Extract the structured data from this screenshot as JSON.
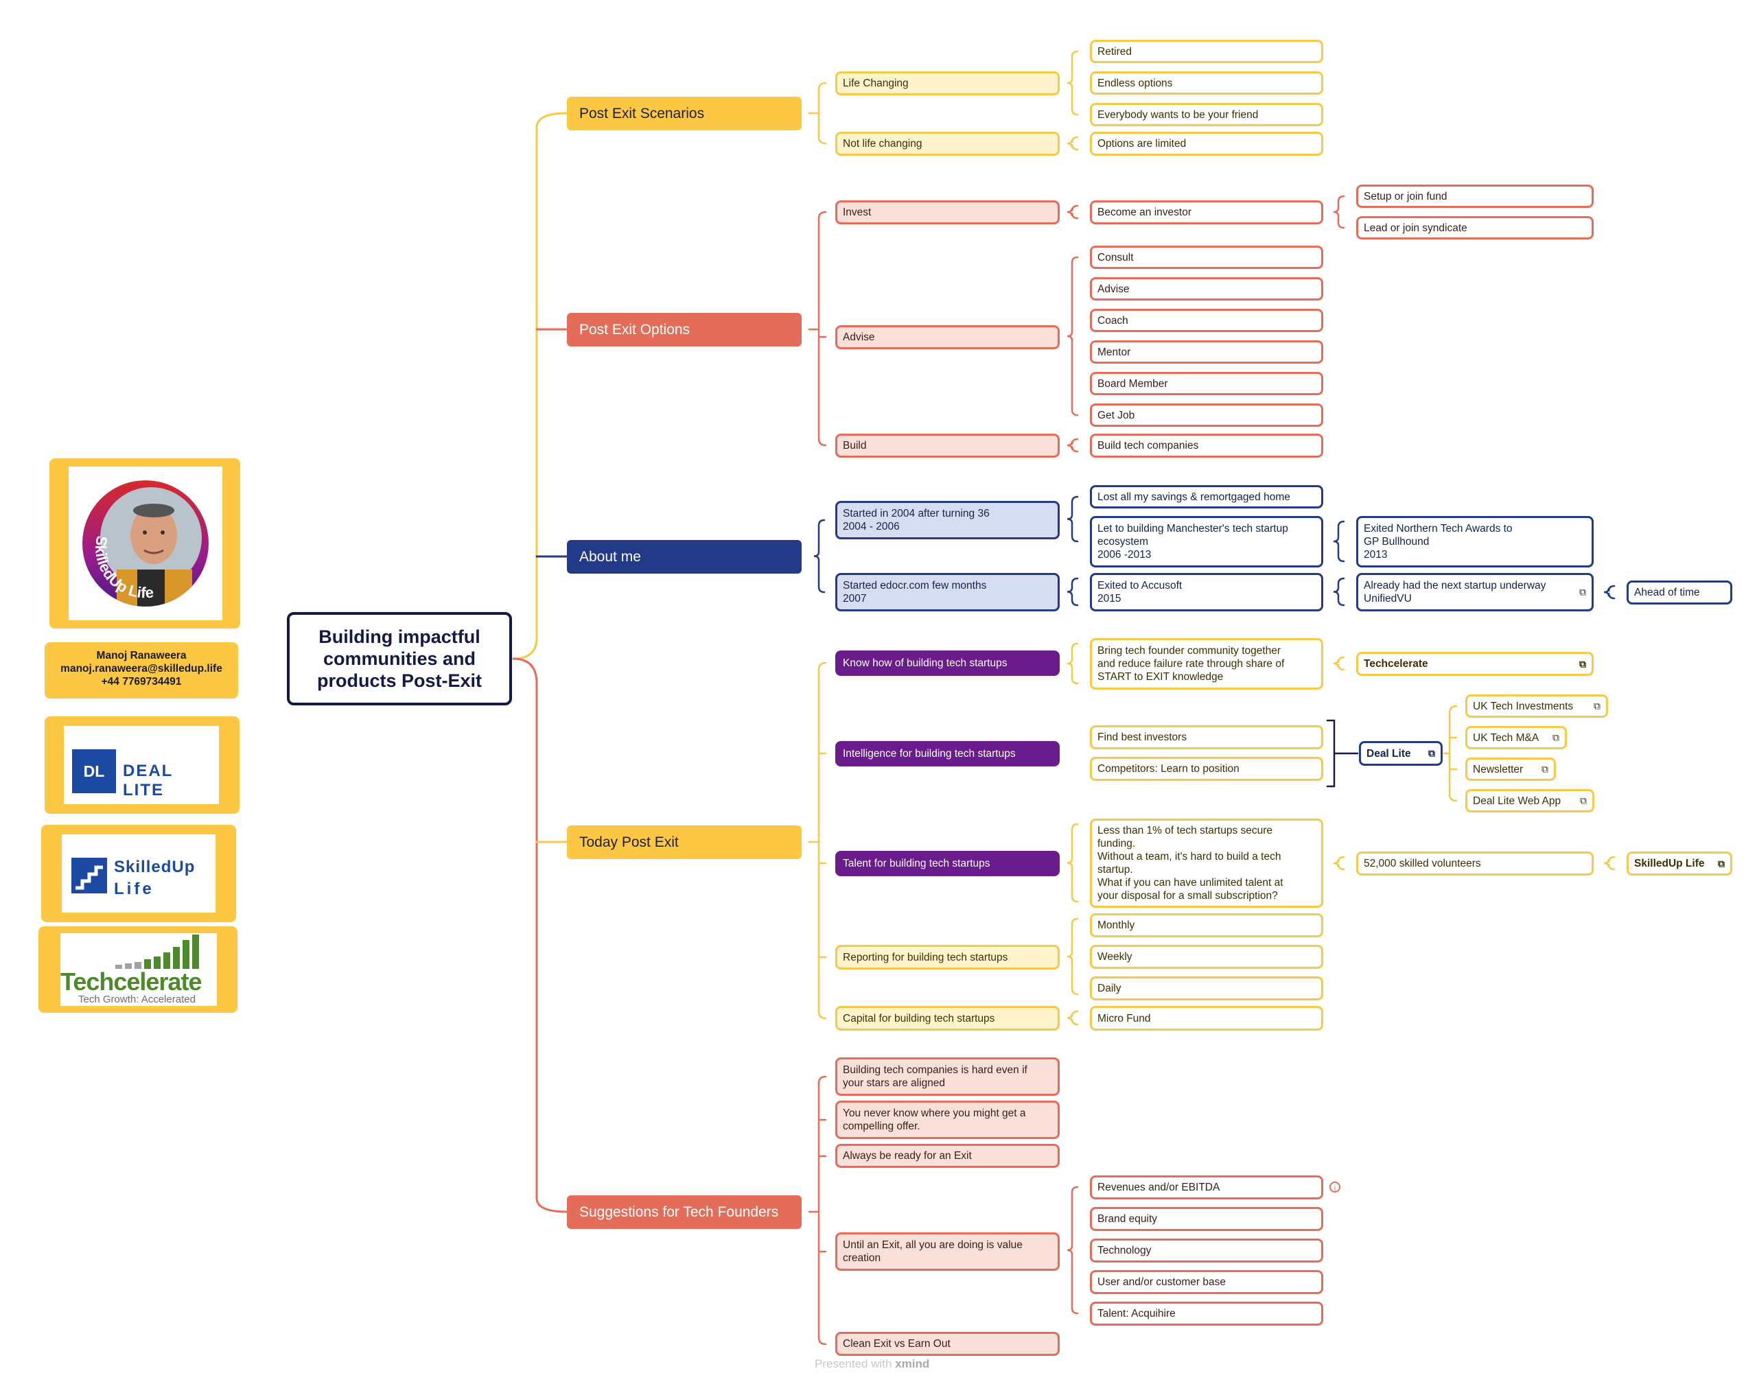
{
  "root": "Building impactful\ncommunities and\nproducts Post-Exit",
  "contact": {
    "name": "Manoj Ranaweera",
    "email": "manoj.ranaweera@skilledup.life",
    "phone": "+44 7769734491"
  },
  "logos": {
    "avatar_ring": "SkilledUp Life",
    "deal_lite_mark": "DL",
    "deal_lite": "DEAL LITE",
    "skilledup_1": "SkilledUp",
    "skilledup_2": "Life",
    "techcelerate": "Techcelerate",
    "techcelerate_tag": "Tech Growth: Accelerated"
  },
  "topics": {
    "scenarios": "Post Exit Scenarios",
    "options": "Post Exit Options",
    "about": "About me",
    "today": "Today Post Exit",
    "suggestions": "Suggestions for Tech Founders"
  },
  "scenarios": {
    "life_changing": "Life Changing",
    "not_life_changing": "Not life changing",
    "retired": "Retired",
    "endless": "Endless options",
    "friend": "Everybody wants to be your friend",
    "limited": "Options are limited"
  },
  "options": {
    "invest": "Invest",
    "become_investor": "Become an investor",
    "fund": "Setup or join fund",
    "syndicate": "Lead or join syndicate",
    "advise": "Advise",
    "advise_items": [
      "Consult",
      "Advise",
      "Coach",
      "Mentor",
      "Board Member",
      "Get Job"
    ],
    "build": "Build",
    "build_tech": "Build tech companies"
  },
  "about": {
    "started_2004": "Started in 2004 after turning 36\n2004 - 2006",
    "started_edocr": "Started edocr.com few months\n2007",
    "lost_savings": "Lost all my savings & remortgaged home",
    "manchester": "Let to building Manchester's tech startup\necosystem\n2006 -2013",
    "exited_northern": "Exited Northern Tech Awards to\nGP Bullhound\n2013",
    "exited_accusoft": "Exited to Accusoft\n2015",
    "next_startup": "Already had the next startup underway\nUnifiedVU",
    "ahead": "Ahead of time"
  },
  "today": {
    "know_how": "Know how of building tech startups",
    "bring_founders": "Bring tech founder community together\nand reduce failure rate through share of\nSTART to EXIT knowledge",
    "techcelerate": "Techcelerate",
    "intelligence": "Intelligence for building tech startups",
    "find_investors": "Find best investors",
    "competitors": "Competitors: Learn to position",
    "deal_lite": "Deal Lite",
    "uk_investments": "UK Tech Investments",
    "uk_ma": "UK Tech M&A",
    "newsletter": "Newsletter",
    "web_app": "Deal Lite Web App",
    "talent": "Talent for building tech startups",
    "talent_text": "Less than 1% of tech startups secure\nfunding.\nWithout a team, it's hard to build a tech\nstartup.\nWhat if you can have unlimited talent at\nyour disposal for a small subscription?",
    "volunteers": "52,000 skilled volunteers",
    "skilledup": "SkilledUp Life",
    "reporting": "Reporting for building tech startups",
    "monthly": "Monthly",
    "weekly": "Weekly",
    "daily": "Daily",
    "capital": "Capital for building tech startups",
    "micro_fund": "Micro Fund"
  },
  "suggestions": {
    "hard": "Building tech companies is hard even if\nyour stars are aligned",
    "offer": "You never know where you might get a\ncompelling offer.",
    "ready": "Always be ready for an Exit",
    "value": "Until an Exit, all you are doing is value\ncreation",
    "revenues": "Revenues and/or EBITDA",
    "brand": "Brand equity",
    "technology": "Technology",
    "users": "User and/or customer base",
    "acquihire": "Talent: Acquihire",
    "clean_exit": "Clean Exit vs Earn Out"
  },
  "footer": {
    "prefix": "Presented with",
    "brand": "xmind"
  },
  "colors": {
    "yellow": "#fcc843",
    "coral": "#e46d5a",
    "navy": "#223a88",
    "purple": "#6a1b8c",
    "root_border": "#141a45"
  }
}
